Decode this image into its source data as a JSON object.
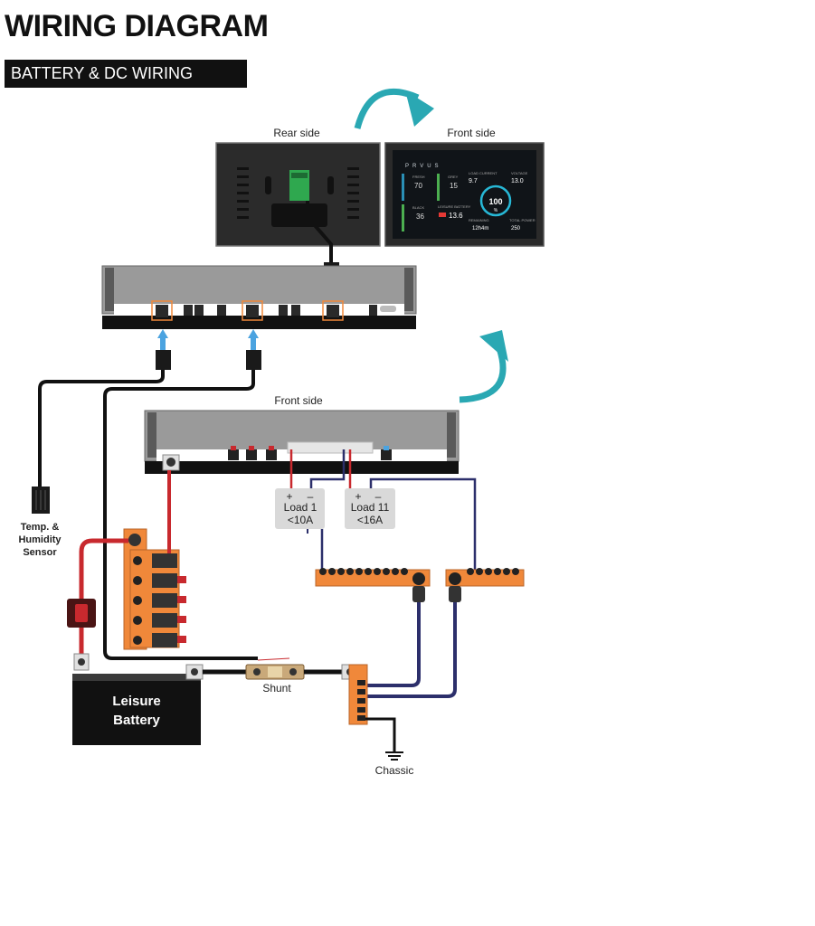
{
  "header": {
    "title": "WIRING DIAGRAM",
    "subtitle": "BATTERY & DC WIRING"
  },
  "panel": {
    "rear_label": "Rear side",
    "front_label": "Front side",
    "screen": {
      "brand": "PRVUS",
      "fresh_label": "FRESH",
      "fresh_value": "70",
      "grey_label": "GREY",
      "grey_value": "15",
      "black_label": "BLACK",
      "black_value": "36",
      "load_current_label": "LOAD CURRENT",
      "load_current_value": "9.7",
      "voltage_label": "VOLTAGE",
      "voltage_value": "13.0",
      "leisure_battery_label": "LEISURE BATTERY",
      "leisure_battery_value": "13.6",
      "gauge_value": "100",
      "gauge_unit": "%",
      "remaining_label": "REMAINING",
      "remaining_value": "12h4m",
      "total_power_label": "TOTAL POWER",
      "total_power_value": "250"
    }
  },
  "distribution": {
    "front_label": "Front side",
    "load1": {
      "plus": "+",
      "minus": "–",
      "name": "Load 1",
      "rating": "<10A"
    },
    "load11": {
      "plus": "+",
      "minus": "–",
      "name": "Load 11",
      "rating": "<16A"
    }
  },
  "components": {
    "sensor_line1": "Temp. &",
    "sensor_line2": "Humidity",
    "sensor_line3": "Sensor",
    "battery_line1": "Leisure",
    "battery_line2": "Battery",
    "shunt": "Shunt",
    "chassis": "Chassic"
  },
  "colors": {
    "orange": "#f0883a",
    "red_wire": "#c8292e",
    "navy_wire": "#2c2f6b",
    "teal_arrow": "#2aa8b3",
    "blue_arrow": "#4ba3e0",
    "panel_gray": "#8a8a8a",
    "black": "#111111"
  }
}
